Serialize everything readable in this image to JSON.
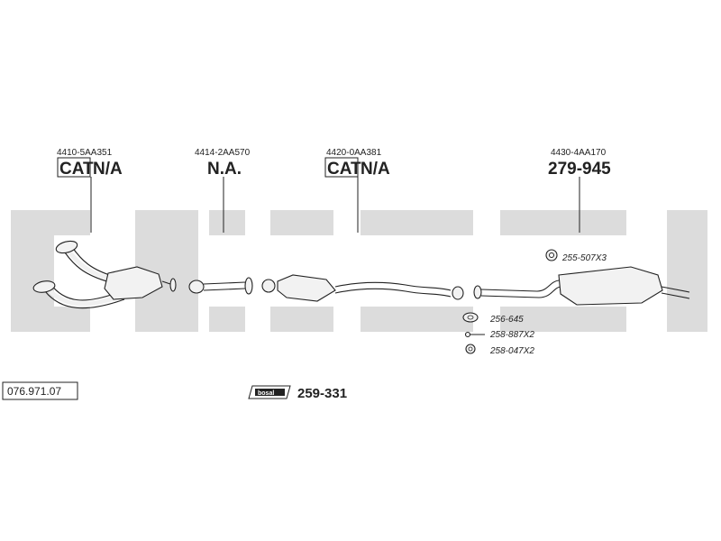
{
  "reference": "076.971.07",
  "brand_logo_text": "bosal",
  "mounting_kit": {
    "code": "259-331"
  },
  "parts": [
    {
      "oe": "4410-5AA351",
      "prefix": "CAT",
      "code": "N/A"
    },
    {
      "oe": "4414-2AA570",
      "prefix": "",
      "code": "N.A."
    },
    {
      "oe": "4420-0AA381",
      "prefix": "CAT",
      "code": "N/A"
    },
    {
      "oe": "4430-4AA170",
      "prefix": "",
      "code": "279-945"
    }
  ],
  "accessories": [
    {
      "code": "255-507X3",
      "icon": "rubber-hanger-icon"
    },
    {
      "code": "256-645",
      "icon": "gasket-icon"
    },
    {
      "code": "258-887X2",
      "icon": "bolt-icon"
    },
    {
      "code": "258-047X2",
      "icon": "nut-icon"
    }
  ],
  "colors": {
    "watermark": "#dcdcdc",
    "line": "#222222",
    "part_fill": "#f2f2f2"
  }
}
